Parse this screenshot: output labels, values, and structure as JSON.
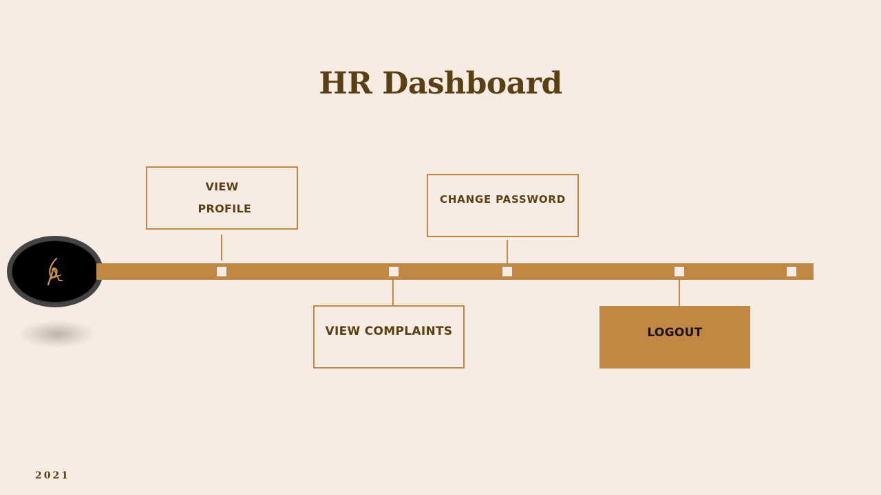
{
  "page": {
    "title": "HR Dashboard",
    "year": "2021"
  },
  "logo": {
    "icon": "monogram-logo-icon"
  },
  "timeline": {
    "milestones": 5
  },
  "nav": {
    "view_profile": "VIEW PROFILE",
    "change_password": "CHANGE PASSWORD",
    "view_complaints": "VIEW COMPLAINTS",
    "logout": "LOGOUT"
  },
  "colors": {
    "background": "#F6ECE4",
    "accent": "#C08842",
    "title_text": "#5A3F12",
    "logo_bg": "#000000"
  }
}
